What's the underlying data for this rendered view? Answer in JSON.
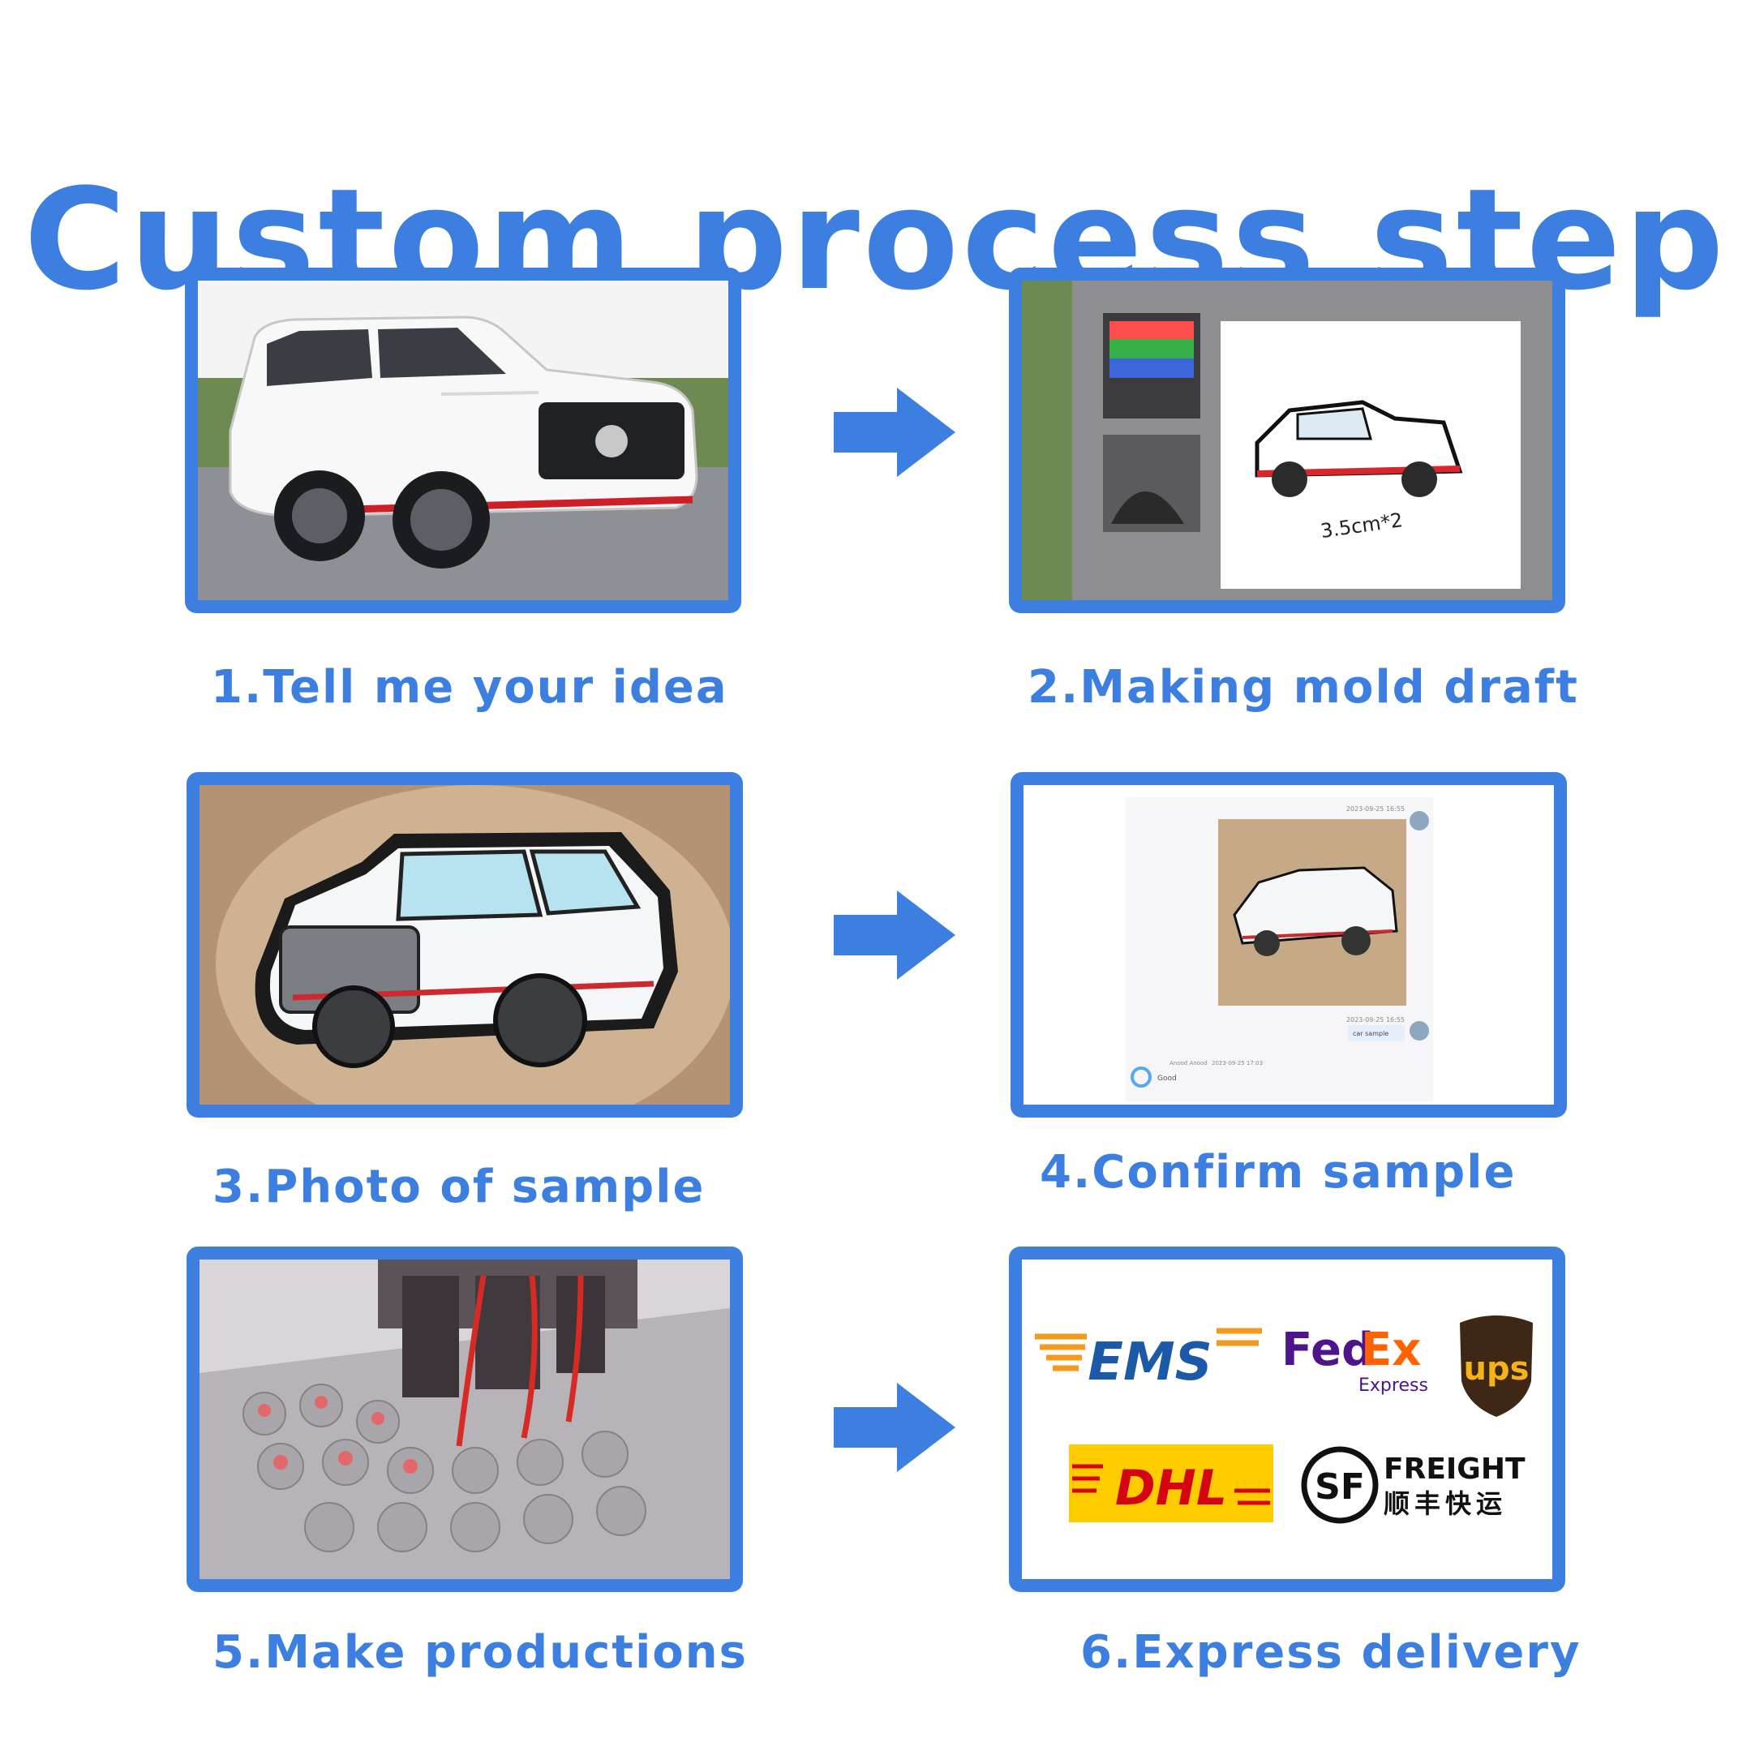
{
  "title": "Custom process step",
  "steps": [
    {
      "label": "1.Tell me your idea"
    },
    {
      "label": "2.Making mold draft",
      "draft_dimension": "3.5cm*2"
    },
    {
      "label": "3.Photo of sample"
    },
    {
      "label": "4.Confirm sample",
      "chat": {
        "time1": "2023-09-25 16:55",
        "time2": "2023-09-25 16:55",
        "sent_message": "car sample",
        "reply_name": "Anood Anood",
        "reply_time": "2023-09-25 17:03",
        "reply_message": "Good"
      }
    },
    {
      "label": "5.Make productions"
    },
    {
      "label": "6.Express delivery",
      "carriers": {
        "ems": "EMS",
        "fedex_fed": "Fed",
        "fedex_ex": "Ex",
        "fedex_sub": "Express",
        "ups": "ups",
        "dhl": "DHL",
        "sf_mark": "SF",
        "sf_word": "FREIGHT",
        "sf_chinese": "顺丰快运"
      }
    }
  ],
  "colors": {
    "accent": "#3c7fe0",
    "white": "#ffffff"
  },
  "icons": {
    "arrow": "arrow-right-icon"
  }
}
